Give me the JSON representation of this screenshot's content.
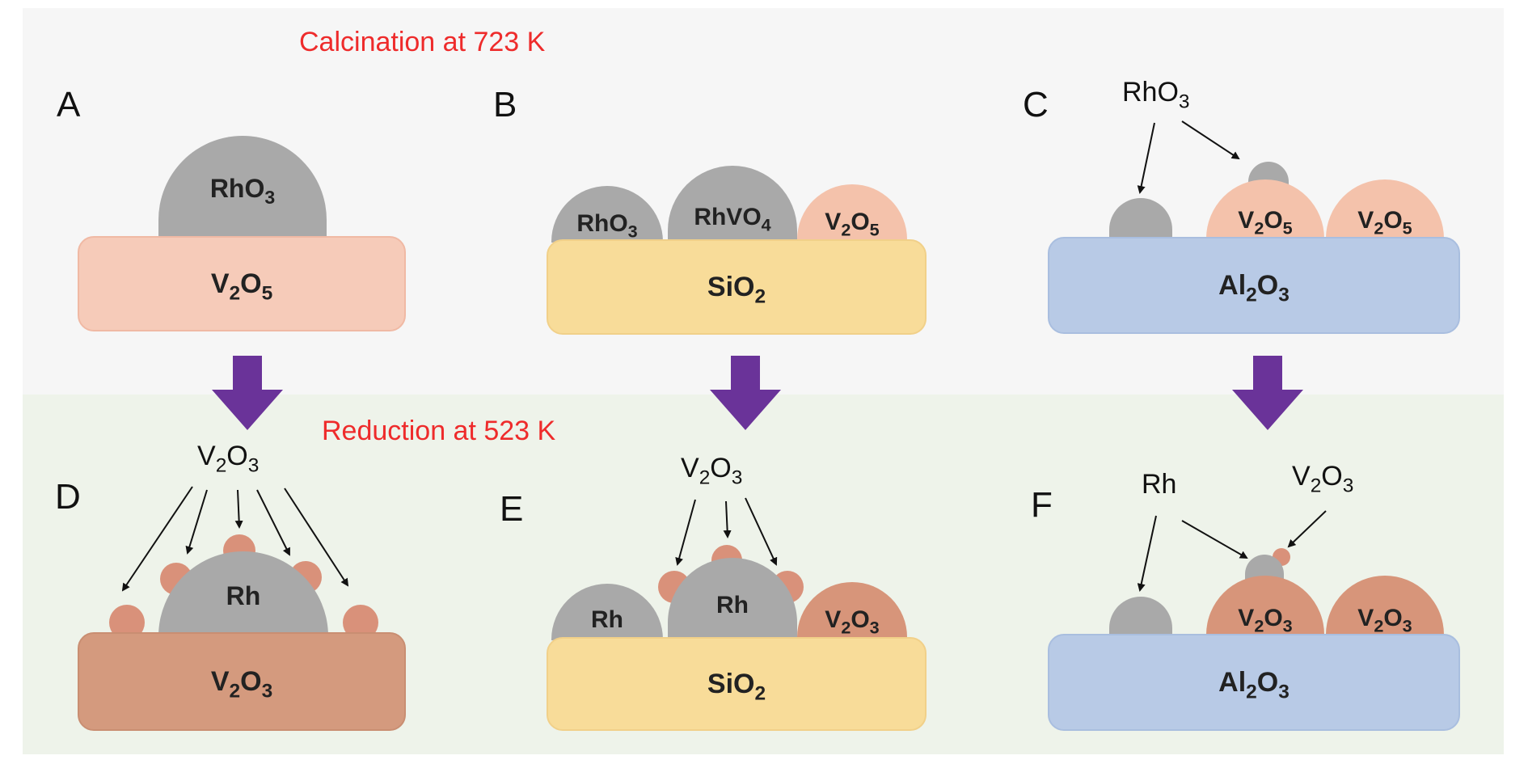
{
  "headings": {
    "calcination": "Calcination at 723 K",
    "reduction": "Reduction at 523 K"
  },
  "panels": {
    "A": {
      "letter": "A",
      "support": [
        "V",
        "2",
        "O",
        "5"
      ],
      "particle": [
        "RhO",
        "3"
      ]
    },
    "B": {
      "letter": "B",
      "support": [
        "SiO",
        "2"
      ],
      "particles": [
        [
          "RhO",
          "3"
        ],
        [
          "RhVO",
          "4"
        ],
        [
          "V",
          "2",
          "O",
          "5"
        ]
      ]
    },
    "C": {
      "letter": "C",
      "support": [
        "Al",
        "2",
        "O",
        "3"
      ],
      "annotation": [
        "RhO",
        "3"
      ],
      "particles": [
        [
          "V",
          "2",
          "O",
          "5"
        ],
        [
          "V",
          "2",
          "O",
          "5"
        ]
      ]
    },
    "D": {
      "letter": "D",
      "support": [
        "V",
        "2",
        "O",
        "3"
      ],
      "particle": "Rh",
      "annotation": [
        "V",
        "2",
        "O",
        "3"
      ]
    },
    "E": {
      "letter": "E",
      "support": [
        "SiO",
        "2"
      ],
      "annotation": [
        "V",
        "2",
        "O",
        "3"
      ],
      "particles": [
        "Rh",
        "Rh",
        [
          "V",
          "2",
          "O",
          "3"
        ]
      ]
    },
    "F": {
      "letter": "F",
      "support": [
        "Al",
        "2",
        "O",
        "3"
      ],
      "annotation_rh": "Rh",
      "annotation_v": [
        "V",
        "2",
        "O",
        "3"
      ],
      "particles": [
        [
          "V",
          "2",
          "O",
          "3"
        ],
        [
          "V",
          "2",
          "O",
          "3"
        ]
      ]
    }
  },
  "colors": {
    "calcination_heading": "#ee2b2b",
    "arrow_fill": "#6a3399",
    "v2o5": "#f6cbb9",
    "v2o3": "#d49a7e",
    "sio2": "#f8dc99",
    "al2o3": "#b8cae6",
    "rh_particle": "#a9a9a9"
  }
}
